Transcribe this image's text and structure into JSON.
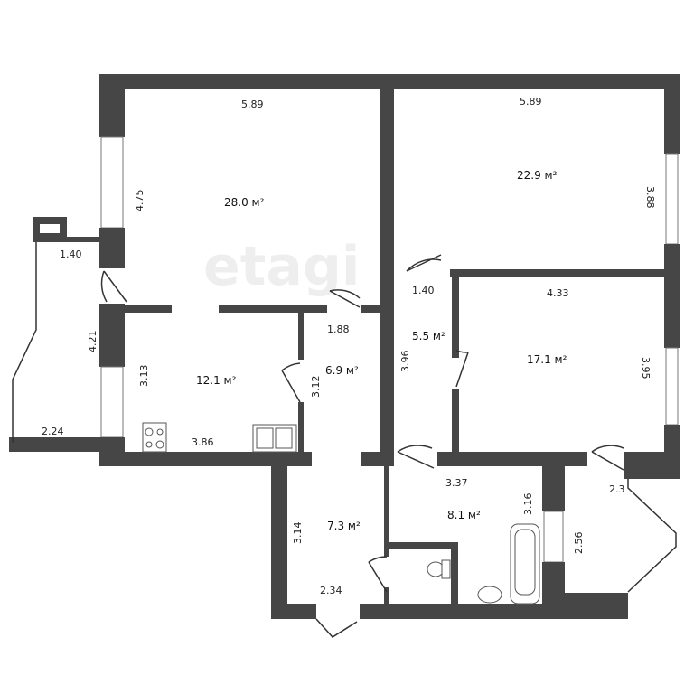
{
  "watermark": "etagi",
  "colors": {
    "wall": "#464646",
    "background": "#ffffff"
  },
  "rooms": {
    "living_large": {
      "area": "28.0 м²",
      "width": "5.89",
      "height": "4.75"
    },
    "living_right": {
      "area": "22.9 м²",
      "width": "5.89",
      "height": "3.88"
    },
    "bedroom": {
      "area": "17.1 м²",
      "width": "4.33",
      "height": "3.95"
    },
    "kitchen": {
      "area": "12.1 м²",
      "width": "3.86",
      "height": "3.13"
    },
    "corridor": {
      "area": "6.9 м²",
      "width": "1.88",
      "height": "3.12"
    },
    "hallway_small": {
      "area": "5.5 м²",
      "width": "1.40",
      "height": "3.96"
    },
    "entry_hall": {
      "area": "7.3 м²",
      "width": "2.34",
      "height": "3.14"
    },
    "bathroom": {
      "area": "8.1 м²",
      "width": "3.37",
      "height": "3.16"
    },
    "balcony_left": {
      "top": "1.40",
      "side": "4.21",
      "bottom": "2.24"
    },
    "balcony_right": {
      "top": "2.3",
      "side": "2.56"
    }
  }
}
